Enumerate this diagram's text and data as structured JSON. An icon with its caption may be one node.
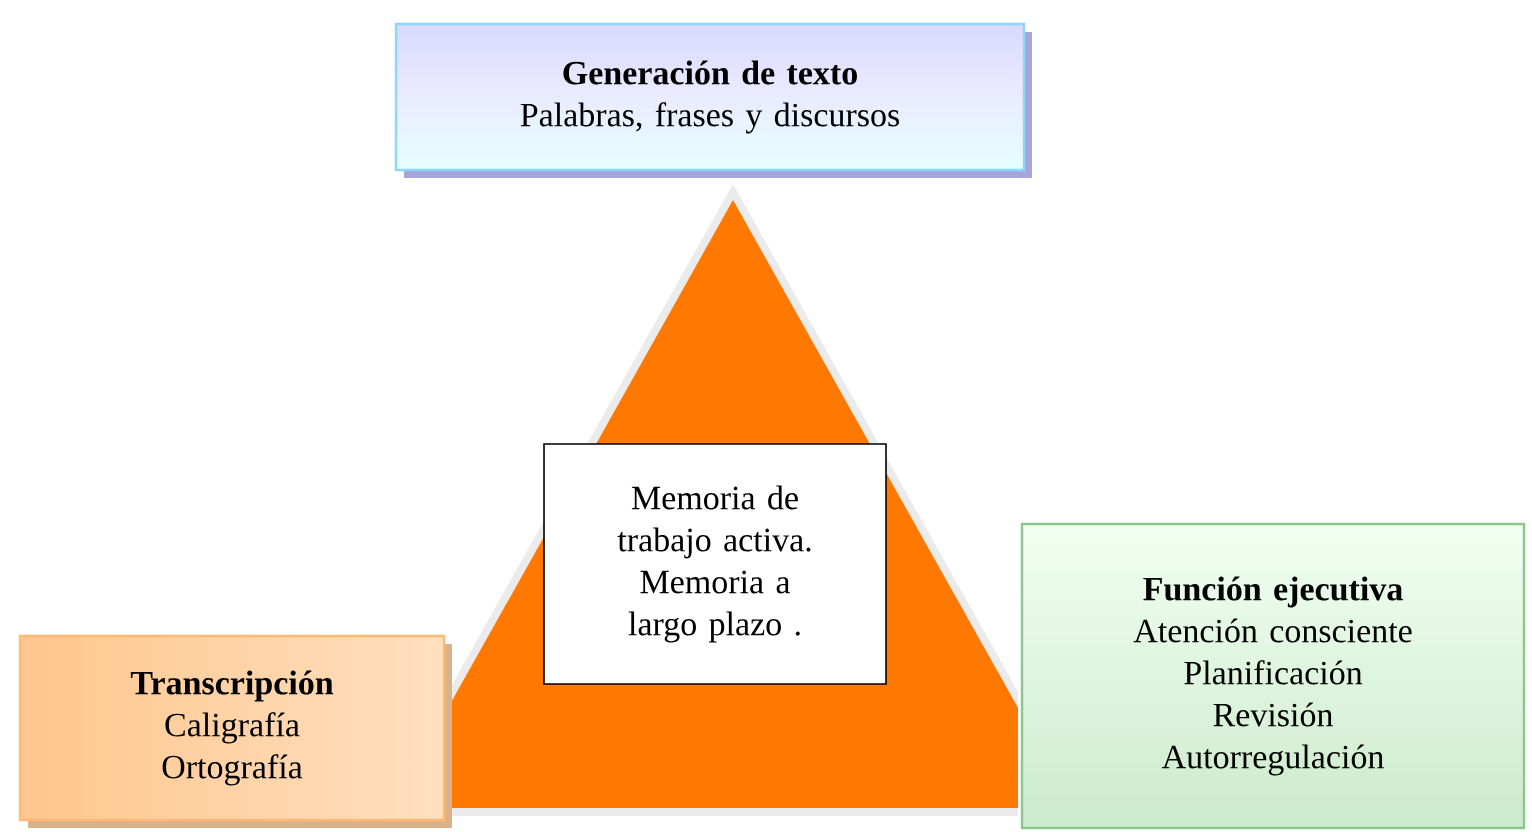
{
  "diagram": {
    "nodes": [
      {
        "text": [
          "Generación de texto",
          "Palabras, frases y discursos"
        ]
      },
      {
        "text": [],
        "shape": "triangle"
      },
      {
        "text": [
          "Memoria de trabajo activa. Memoria a largo plazo ."
        ],
        "in": 1
      },
      {
        "text": [
          "Transcripción",
          "Caligrafía",
          "Ortografía"
        ]
      },
      {
        "text": [
          "Función ejecutiva",
          "Atención consciente",
          "Planificación",
          "Revisión",
          "Autorregulación"
        ]
      }
    ]
  }
}
